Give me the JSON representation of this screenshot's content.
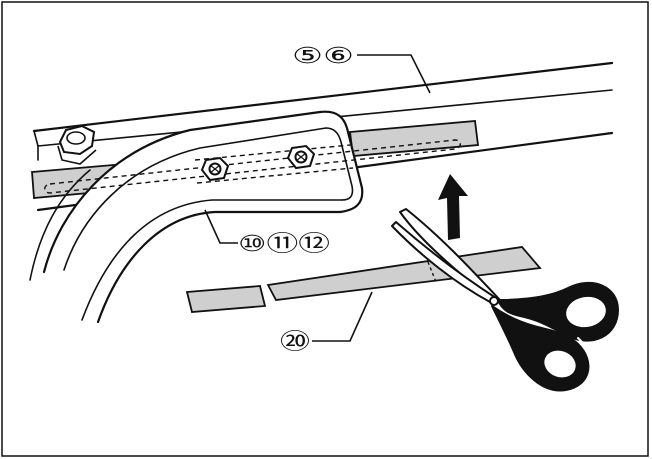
{
  "diagram": {
    "callouts": {
      "rail": "⑤⑥",
      "bracket": "⑩⑪⑫",
      "tape": "⑳"
    },
    "colors": {
      "stroke": "#111111",
      "tape_fill": "#cfcfcf",
      "background": "#ffffff"
    },
    "icons": [
      "scissors-icon",
      "up-arrow-icon",
      "bolt-icon",
      "nut-icon"
    ]
  }
}
